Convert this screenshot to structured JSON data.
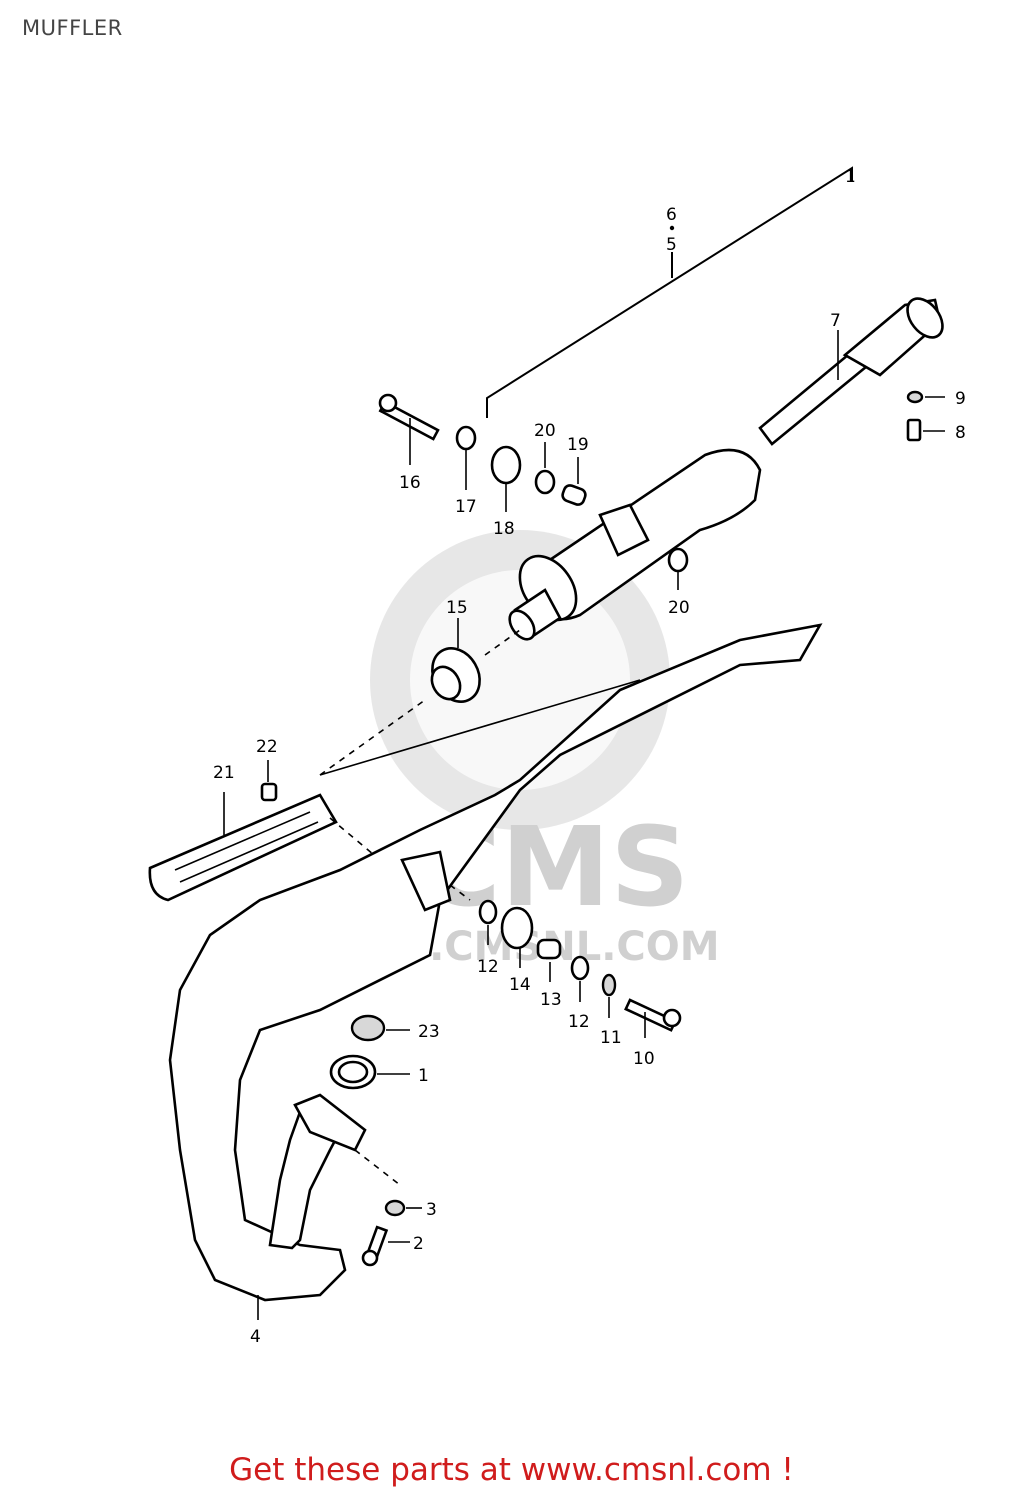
{
  "title": "MUFFLER",
  "footer": "Get these parts at www.cmsnl.com !",
  "watermark": {
    "brand": "CMS",
    "url": "WWW.CMSNL.COM"
  },
  "callouts": {
    "c1_top": "1",
    "c6": "6",
    "c5": "5",
    "c7": "7",
    "c9": "9",
    "c8": "8",
    "c16": "16",
    "c17": "17",
    "c18": "18",
    "c20_top": "20",
    "c19": "19",
    "c20_bot": "20",
    "c15": "15",
    "c22": "22",
    "c21": "21",
    "c12_a": "12",
    "c14": "14",
    "c13": "13",
    "c12_b": "12",
    "c11": "11",
    "c10": "10",
    "c23": "23",
    "c1_bot": "1",
    "c3": "3",
    "c2": "2",
    "c4": "4"
  },
  "colors": {
    "footer": "#d01c1c",
    "watermark": "#d4d4d4",
    "line": "#000000"
  }
}
